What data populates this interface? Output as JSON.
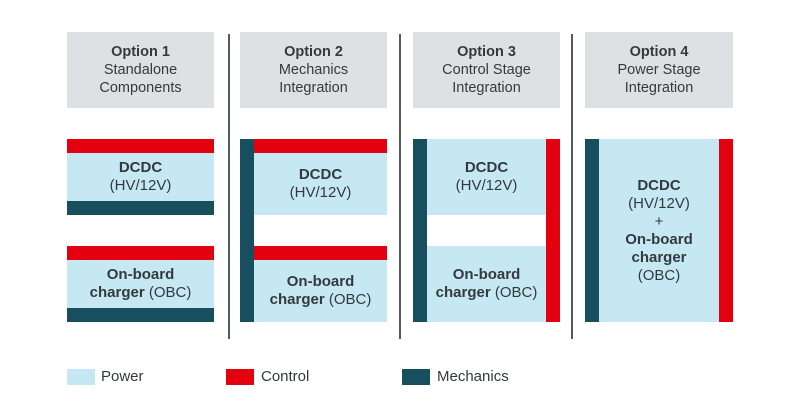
{
  "options": [
    {
      "title": "Option 1",
      "subtitle_l1": "Standalone",
      "subtitle_l2": "Components"
    },
    {
      "title": "Option 2",
      "subtitle_l1": "Mechanics",
      "subtitle_l2": "Integration"
    },
    {
      "title": "Option 3",
      "subtitle_l1": "Control Stage",
      "subtitle_l2": "Integration"
    },
    {
      "title": "Option 4",
      "subtitle_l1": "Power Stage",
      "subtitle_l2": "Integration"
    }
  ],
  "blocks": {
    "dcdc_name": "DCDC",
    "dcdc_sub": "(HV/12V)",
    "obc_l1": "On-board",
    "obc_l2_bold": "charger",
    "obc_l2_rest": " (OBC)",
    "combined_plus": "+",
    "combined_obc_l1": "On-board",
    "combined_obc_l2": "charger",
    "combined_obc_l3": "(OBC)"
  },
  "legend": [
    {
      "label": "Power",
      "color": "#c6e8f2"
    },
    {
      "label": "Control",
      "color": "#e3000f"
    },
    {
      "label": "Mechanics",
      "color": "#174f5e"
    }
  ],
  "colors": {
    "power": "#c6e8f2",
    "control": "#e3000f",
    "mechanics": "#174f5e",
    "header_bg": "#dde1e3"
  }
}
